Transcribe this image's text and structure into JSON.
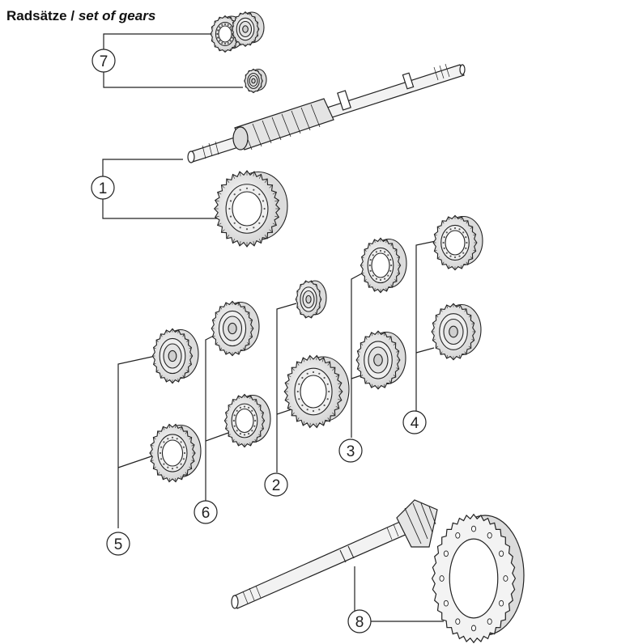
{
  "title": {
    "german": "Radsätze",
    "separator": "/",
    "english": "set of gears"
  },
  "callouts": [
    {
      "id": "c1",
      "label": "1"
    },
    {
      "id": "c2",
      "label": "2"
    },
    {
      "id": "c3",
      "label": "3"
    },
    {
      "id": "c4",
      "label": "4"
    },
    {
      "id": "c5",
      "label": "5"
    },
    {
      "id": "c6",
      "label": "6"
    },
    {
      "id": "c7",
      "label": "7"
    },
    {
      "id": "c8",
      "label": "8"
    }
  ],
  "colors": {
    "line": "#222222",
    "part_fill": "#f4f4f4",
    "part_shade": "#d8d8d8"
  }
}
